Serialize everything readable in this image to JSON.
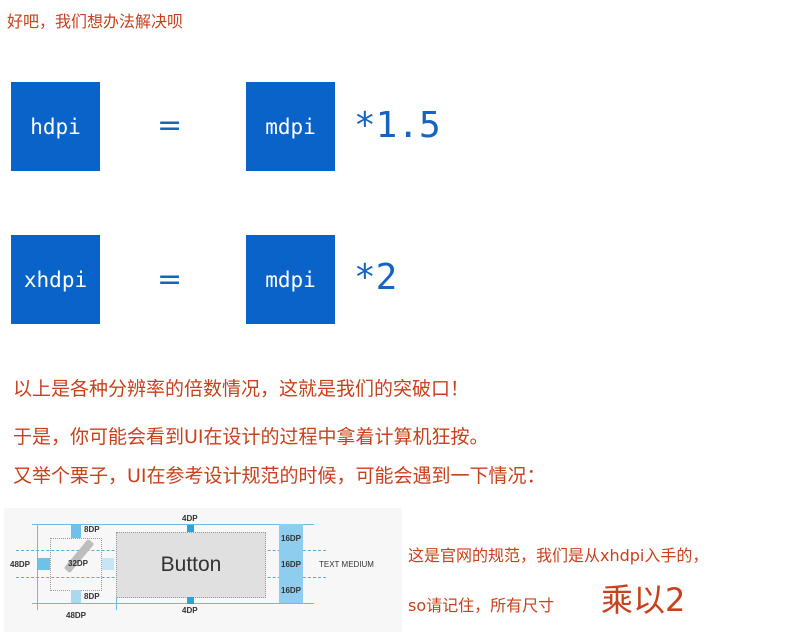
{
  "intro": "好吧，我们想办法解决呗",
  "equations": [
    {
      "left": "hdpi",
      "eq": "=",
      "right": "mdpi",
      "factor": "*1.5"
    },
    {
      "left": "xhdpi",
      "eq": "=",
      "right": "mdpi",
      "factor": "*2"
    }
  ],
  "lines": [
    "以上是各种分辨率的倍数情况，这就是我们的突破口！",
    "于是，你可能会看到UI在设计的过程中拿着计算机狂按。",
    "又举个栗子，UI在参考设计规范的时候，可能会遇到一下情况："
  ],
  "spec": {
    "button_label": "Button",
    "top_dp": "4DP",
    "bottom_dp": "4DP",
    "icon_top_dp": "8DP",
    "icon_bottom_dp": "8DP",
    "icon_dp": "32DP",
    "left_dp": "48DP",
    "bottom_width_dp": "48DP",
    "right_dps": [
      "16DP",
      "16DP",
      "16DP"
    ],
    "text_label": "TEXT MEDIUM",
    "colors": {
      "accent": "#29a3dc",
      "light": "#a9d8f0",
      "button_bg": "#e0e0e0"
    }
  },
  "note": {
    "line1": "这是官网的规范，我们是从xhdpi入手的，",
    "line2": "so请记住，所有尺寸",
    "emphasis": "乘以2"
  },
  "colors": {
    "blue": "#0a63c9",
    "red": "#c8401c"
  }
}
